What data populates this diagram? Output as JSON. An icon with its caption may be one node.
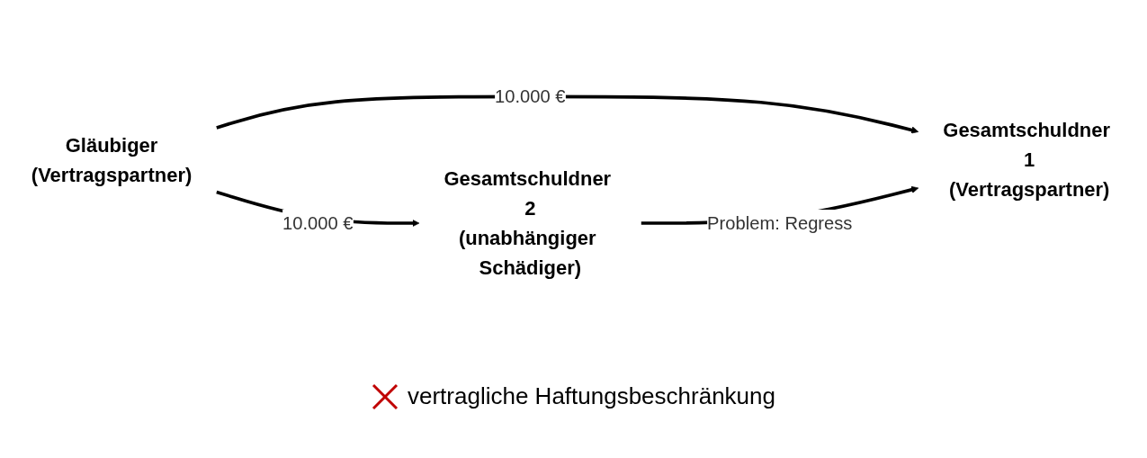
{
  "diagram": {
    "nodes": [
      {
        "text": [
          "Gläubiger",
          "(Vertragspartner)"
        ]
      },
      {
        "text": [
          "Gesamtschuldner 1",
          "(Vertragspartner)"
        ]
      },
      {
        "text": [
          "Gesamtschuldner 2",
          "(unabhängiger Schädiger)"
        ]
      }
    ],
    "edges": [
      {
        "from": 0,
        "to": 1,
        "arrow": "to",
        "label": "10.000 €"
      },
      {
        "from": 0,
        "to": 2,
        "arrow": "to",
        "label": "10.000 €"
      },
      {
        "from": 2,
        "to": 1,
        "arrow": "to",
        "label": "Problem: Regress"
      }
    ],
    "labels": [
      "vertragliche Haftungsbeschränkung"
    ]
  }
}
